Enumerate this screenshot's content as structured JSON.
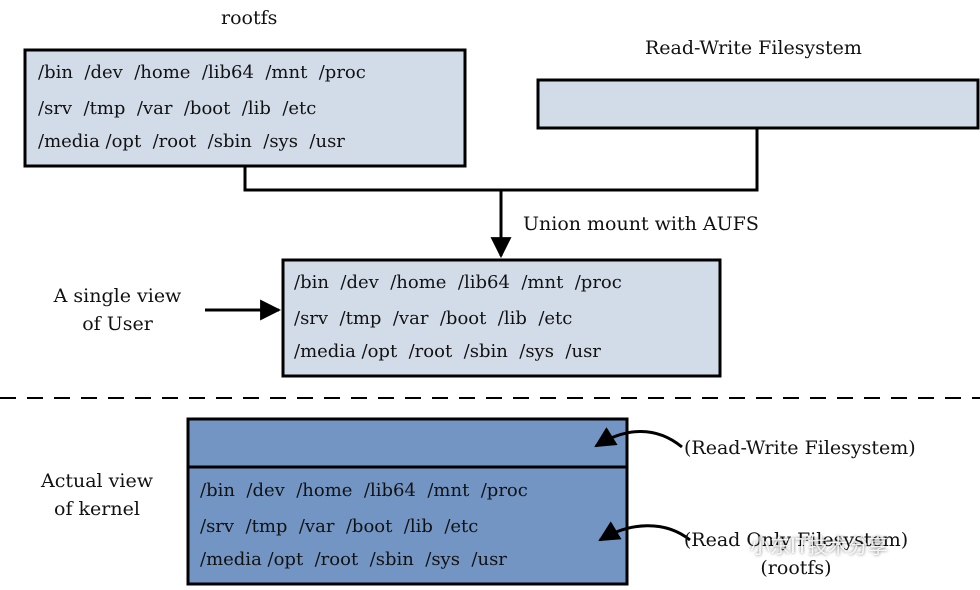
{
  "colors": {
    "light_box_fill": "#d2dbe8",
    "dark_box_fill": "#7395c4",
    "line": "#000000"
  },
  "labels": {
    "rootfs_title": "rootfs",
    "rw_title": "Read-Write Filesystem",
    "union_mount": "Union mount with AUFS",
    "single_view_line1": "A single view",
    "single_view_line2": "of User",
    "actual_view_line1": "Actual view",
    "actual_view_line2": "of kernel",
    "rw_annotation": "(Read-Write Filesystem)",
    "ro_annotation_line1": "(Read Only Filesystem)",
    "ro_annotation_line2": "(rootfs)",
    "watermark": "小东IT技术分享"
  },
  "dir_rows": [
    [
      "/bin",
      "/dev",
      "/home",
      "/lib64",
      "/mnt",
      "/proc"
    ],
    [
      "/srv",
      "/tmp",
      "/var",
      "/boot",
      "/lib",
      "/etc"
    ],
    [
      "/media",
      "/opt",
      "/root",
      "/sbin",
      "/sys",
      "/usr"
    ]
  ],
  "boxes": {
    "rootfs": {
      "row1": "/bin  /dev  /home  /lib64  /mnt  /proc",
      "row2": "/srv  /tmp  /var  /boot  /lib  /etc",
      "row3": "/media /opt  /root  /sbin  /sys  /usr"
    },
    "user_view": {
      "row1": "/bin  /dev  /home  /lib64  /mnt  /proc",
      "row2": "/srv  /tmp  /var  /boot  /lib  /etc",
      "row3": "/media /opt  /root  /sbin  /sys  /usr"
    },
    "kernel_view": {
      "row1": "/bin  /dev  /home  /lib64  /mnt  /proc",
      "row2": "/srv  /tmp  /var  /boot  /lib  /etc",
      "row3": "/media /opt  /root  /sbin  /sys  /usr"
    }
  }
}
